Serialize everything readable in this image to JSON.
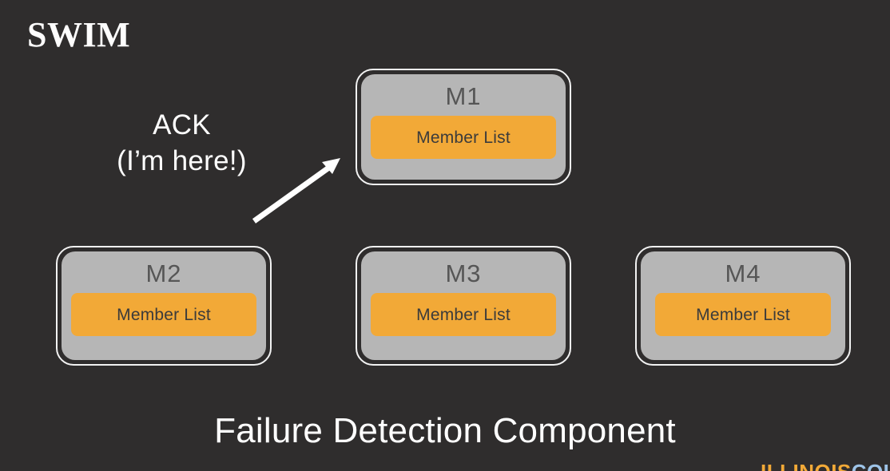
{
  "slide": {
    "title": "SWIM",
    "background_color": "#2f2d2d",
    "caption": "Failure Detection Component"
  },
  "annotation": {
    "line1": "ACK",
    "line2": "(I’m here!)",
    "arrow": {
      "name": "ack-arrow",
      "from_node": "M2",
      "to_node": "M1",
      "direction": "up-right",
      "color": "#ffffff"
    }
  },
  "nodes": [
    {
      "id": "m1",
      "label": "M1",
      "member_list_label": "Member List"
    },
    {
      "id": "m2",
      "label": "M2",
      "member_list_label": "Member List"
    },
    {
      "id": "m3",
      "label": "M3",
      "member_list_label": "Member List"
    },
    {
      "id": "m4",
      "label": "M4",
      "member_list_label": "Member List"
    }
  ],
  "watermark": {
    "orange_text": "ILLINOIS",
    "blue_text": "COURSERA"
  },
  "colors": {
    "background": "#2f2d2d",
    "node_body": "#b6b6b6",
    "node_border": "#f2f2f2",
    "member_list": "#f2a937",
    "node_label_text": "#565656",
    "member_list_text": "#3b3b3b",
    "title_text": "#fdfdfd",
    "caption_text": "#ffffff"
  }
}
